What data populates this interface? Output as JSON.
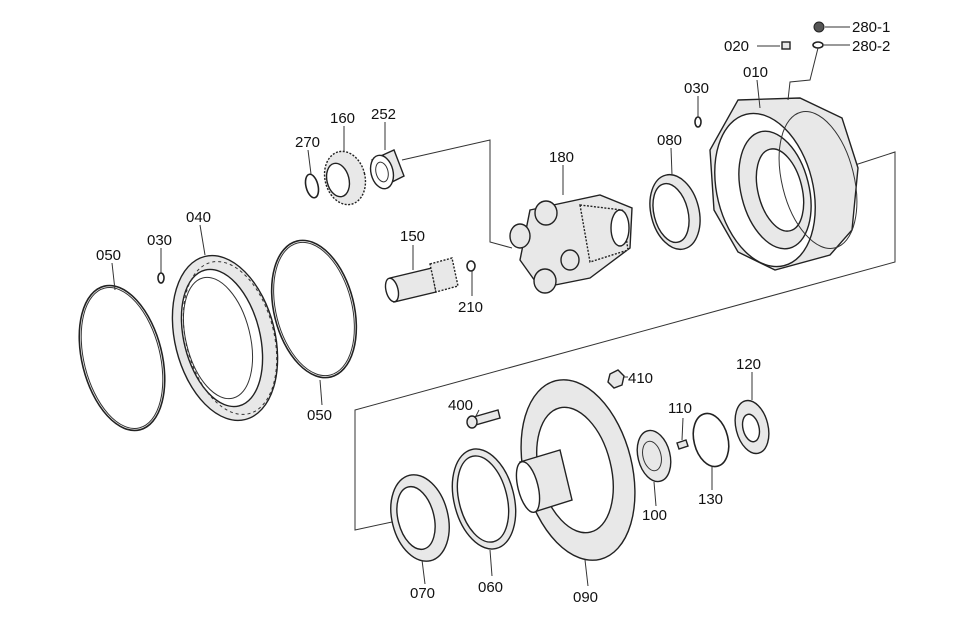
{
  "labels": {
    "p010": "010",
    "p020": "020",
    "p030a": "030",
    "p030b": "030",
    "p040": "040",
    "p050a": "050",
    "p050b": "050",
    "p060": "060",
    "p070": "070",
    "p080": "080",
    "p090": "090",
    "p100": "100",
    "p110": "110",
    "p120": "120",
    "p130": "130",
    "p150": "150",
    "p160": "160",
    "p180": "180",
    "p210": "210",
    "p252": "252",
    "p270": "270",
    "p280_1": "280-1",
    "p280_2": "280-2",
    "p400": "400",
    "p410": "410"
  }
}
